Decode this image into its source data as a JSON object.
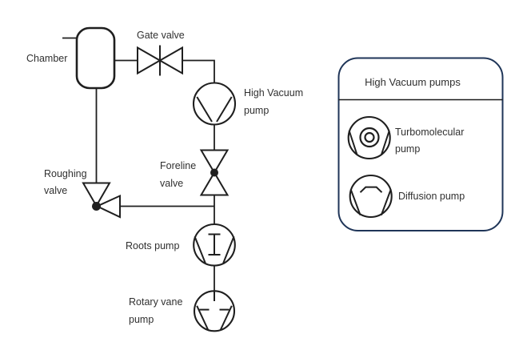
{
  "colors": {
    "line": "#1f1f1f",
    "text": "#303030",
    "legend-border": "#1f3558",
    "background": "#ffffff"
  },
  "components": {
    "chamber": {
      "label": "Chamber"
    },
    "gate_valve": {
      "label": "Gate valve"
    },
    "high_vacuum_pump": {
      "label_lines": [
        "High Vacuum",
        "pump"
      ]
    },
    "foreline_valve": {
      "label_lines": [
        "Foreline",
        "valve"
      ]
    },
    "roughing_valve": {
      "label_lines": [
        "Roughing",
        "valve"
      ]
    },
    "roots_pump": {
      "label": "Roots pump"
    },
    "rotary_vane_pump": {
      "label_lines": [
        "Rotary vane",
        "pump"
      ]
    }
  },
  "legend": {
    "title": "High Vacuum pumps",
    "items": [
      {
        "icon": "turbomolecular-pump-icon",
        "label_lines": [
          "Turbomolecular",
          "pump"
        ]
      },
      {
        "icon": "diffusion-pump-icon",
        "label_lines": [
          "Diffusion pump"
        ]
      }
    ]
  }
}
